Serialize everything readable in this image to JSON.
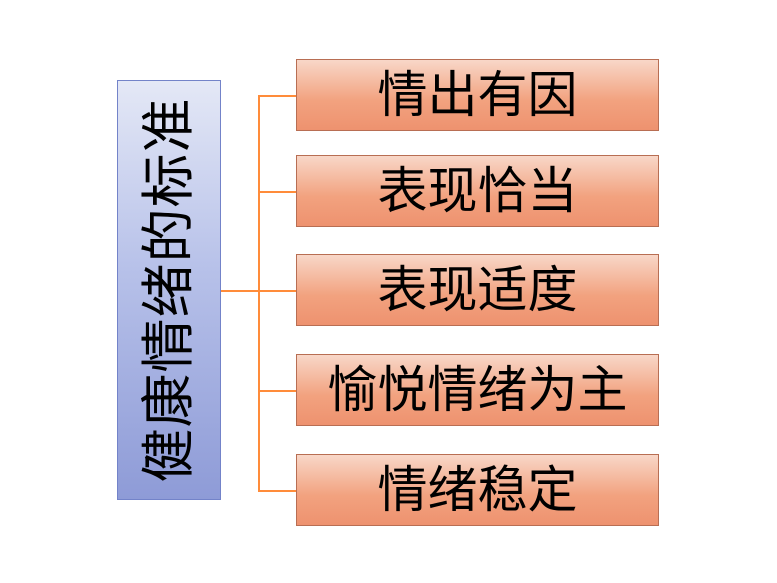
{
  "root": {
    "label": "健康情绪的标准"
  },
  "items": [
    {
      "label": "情出有因"
    },
    {
      "label": "表现恰当"
    },
    {
      "label": "表现适度"
    },
    {
      "label": "愉悦情绪为主"
    },
    {
      "label": "情绪稳定"
    }
  ],
  "colors": {
    "root_fill": "#b7c1e9",
    "leaf_fill": "#f2a27f",
    "connector": "#ff8c3a"
  }
}
